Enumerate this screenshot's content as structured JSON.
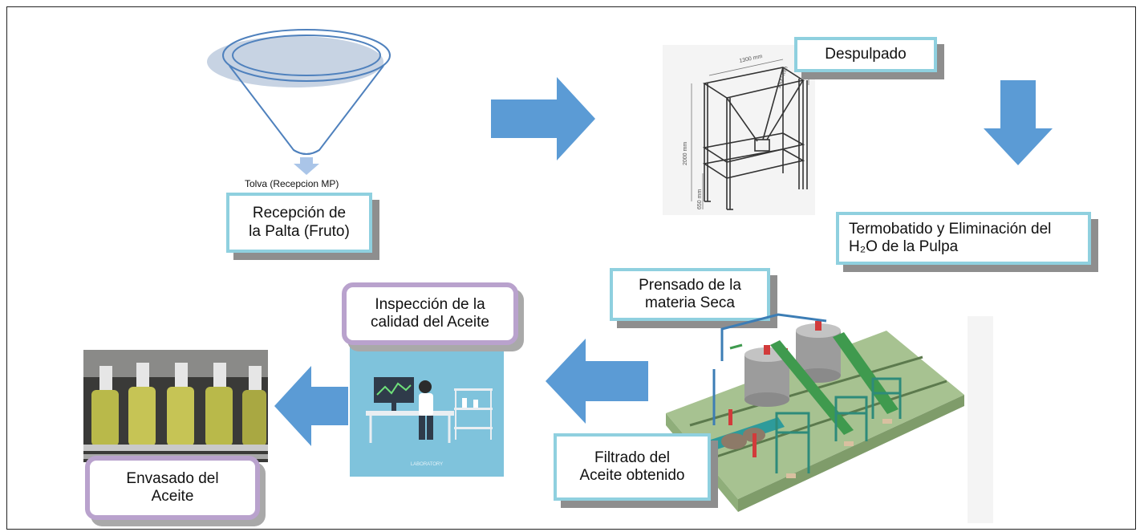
{
  "hopper": {
    "caption": "Tolva (Recepcion MP)"
  },
  "steps": {
    "reception": {
      "line1": "Recepción de",
      "line2": "la Palta (Fruto)"
    },
    "despulpado": {
      "label": "Despulpado"
    },
    "termobatido": {
      "line1": "Termobatido y Eliminación del",
      "line2": "H₂O de la Pulpa"
    },
    "prensado": {
      "line1": "Prensado de la",
      "line2": "materia Seca"
    },
    "filtrado": {
      "line1": "Filtrado del",
      "line2": "Aceite obtenido"
    },
    "inspeccion": {
      "line1": "Inspección de la",
      "line2": "calidad del Aceite"
    },
    "envasado": {
      "line1": "Envasado del",
      "line2": "Aceite"
    }
  },
  "machine_dims": {
    "width": "1300 mm",
    "depth": "1300 mm",
    "height": "2000 mm",
    "clearance": "650 mm"
  },
  "lab": {
    "caption": "LABORATORY"
  },
  "colors": {
    "arrow": "#5b9bd5",
    "teal_border": "#8fd0df",
    "purple_border": "#b9a2cd",
    "lab_bg": "#7fc3dc",
    "plant_base": "#a7c291",
    "tank": "#9c9c9c",
    "conveyor": "#3f9a4e"
  }
}
